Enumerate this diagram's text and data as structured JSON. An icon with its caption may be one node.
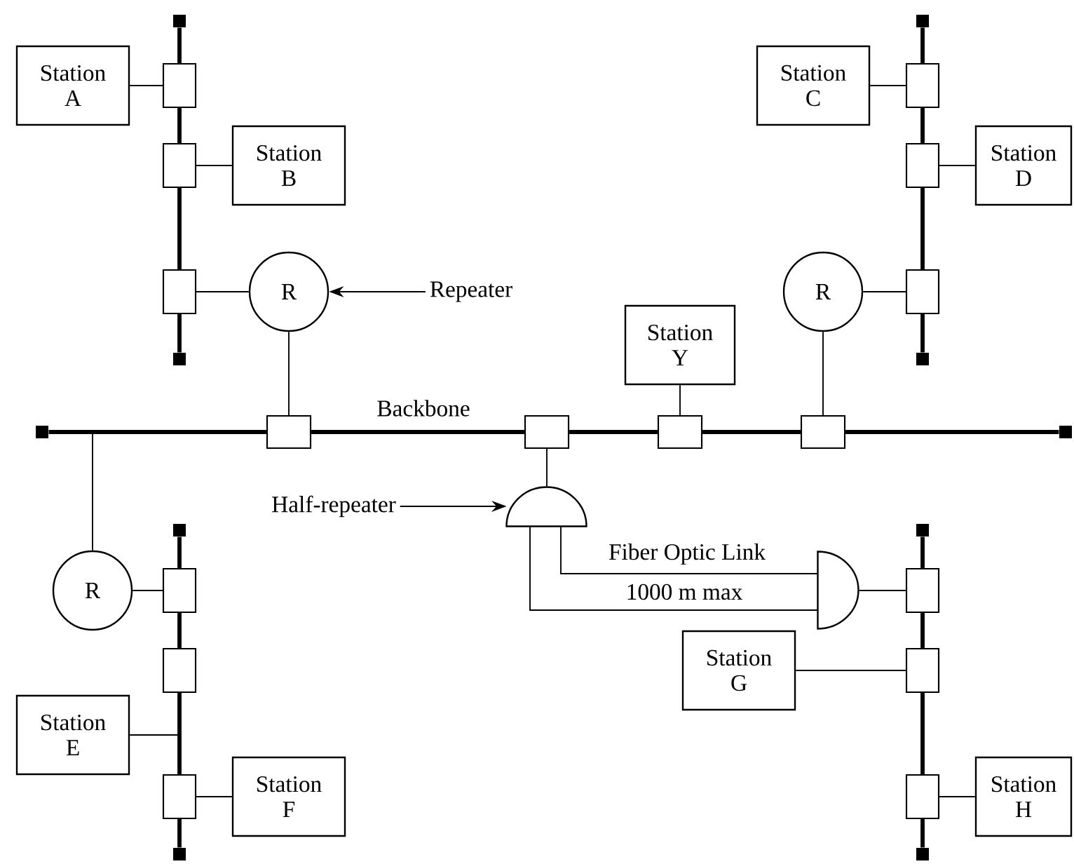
{
  "diagram": {
    "nodes": [
      {
        "text": [
          "Station A"
        ]
      },
      {
        "text": [
          "Station B"
        ]
      },
      {
        "text": [
          "Station C"
        ]
      },
      {
        "text": [
          "Station D"
        ]
      },
      {
        "text": [
          "R"
        ]
      },
      {
        "text": [
          "Repeater"
        ]
      },
      {
        "text": [
          "R"
        ]
      },
      {
        "text": [
          "Station Y"
        ]
      },
      {
        "text": [
          "Half-repeater"
        ]
      },
      {
        "text": [
          "R"
        ]
      },
      {
        "text": [
          "Station G"
        ]
      },
      {
        "text": [
          "Station E"
        ]
      },
      {
        "text": [
          "Station F"
        ]
      },
      {
        "text": [
          "Station H"
        ]
      },
      {
        "text": [],
        "shape": "semicircle"
      },
      {
        "text": [],
        "shape": "semicircle"
      },
      {
        "text": [],
        "shape": "box"
      },
      {
        "text": [],
        "shape": "box"
      },
      {
        "text": [],
        "shape": "box"
      },
      {
        "text": [],
        "shape": "box"
      },
      {
        "text": [],
        "shape": "box"
      },
      {
        "text": [],
        "shape": "box"
      },
      {
        "text": [],
        "shape": "box"
      },
      {
        "text": [],
        "shape": "box"
      },
      {
        "text": [],
        "shape": "box"
      },
      {
        "text": [],
        "shape": "box"
      },
      {
        "text": [],
        "shape": "box"
      },
      {
        "text": [],
        "shape": "box"
      },
      {
        "text": [],
        "shape": "box"
      },
      {
        "text": [],
        "shape": "box"
      },
      {
        "text": [],
        "shape": "box"
      },
      {
        "text": [],
        "shape": "box"
      },
      {
        "text": [],
        "shape": "square"
      },
      {
        "text": [],
        "shape": "square"
      },
      {
        "text": [],
        "shape": "square"
      },
      {
        "text": [],
        "shape": "square"
      },
      {
        "text": [],
        "shape": "square"
      },
      {
        "text": [],
        "shape": "square"
      },
      {
        "text": [],
        "shape": "square"
      },
      {
        "text": [],
        "shape": "square"
      },
      {
        "text": [],
        "shape": "square"
      },
      {
        "text": [],
        "shape": "square"
      }
    ],
    "edges": [
      {
        "from": 32,
        "to": 16,
        "arrow": "none",
        "style": "thick"
      },
      {
        "from": 16,
        "to": 18,
        "arrow": "none",
        "style": "thick"
      },
      {
        "from": 18,
        "to": 20,
        "arrow": "none",
        "style": "thick"
      },
      {
        "from": 20,
        "to": 34,
        "arrow": "none",
        "style": "thick"
      },
      {
        "from": 0,
        "to": 16,
        "arrow": "none"
      },
      {
        "from": 1,
        "to": 18,
        "arrow": "none"
      },
      {
        "from": 20,
        "to": 4,
        "arrow": "none"
      },
      {
        "from": 5,
        "to": 4,
        "arrow": "to"
      },
      {
        "from": 4,
        "to": 22,
        "arrow": "none"
      },
      {
        "from": 33,
        "to": 17,
        "arrow": "none",
        "style": "thick"
      },
      {
        "from": 17,
        "to": 19,
        "arrow": "none",
        "style": "thick"
      },
      {
        "from": 19,
        "to": 21,
        "arrow": "none",
        "style": "thick"
      },
      {
        "from": 21,
        "to": 35,
        "arrow": "none",
        "style": "thick"
      },
      {
        "from": 2,
        "to": 17,
        "arrow": "none"
      },
      {
        "from": 19,
        "to": 3,
        "arrow": "none"
      },
      {
        "from": 6,
        "to": 21,
        "arrow": "none"
      },
      {
        "from": 6,
        "to": 25,
        "arrow": "none"
      },
      {
        "from": 36,
        "to": 22,
        "arrow": "none",
        "style": "thick"
      },
      {
        "from": 22,
        "to": 23,
        "arrow": "none",
        "style": "thick"
      },
      {
        "from": 23,
        "to": 24,
        "arrow": "none",
        "style": "thick"
      },
      {
        "from": 24,
        "to": 25,
        "arrow": "none",
        "style": "thick"
      },
      {
        "from": 25,
        "to": 37,
        "arrow": "none",
        "style": "thick"
      },
      {
        "from": 7,
        "to": 24,
        "arrow": "none"
      },
      {
        "from": 9,
        "to": null,
        "arrow": "none"
      },
      {
        "from": 23,
        "to": 14,
        "arrow": "none"
      },
      {
        "from": 8,
        "to": 14,
        "arrow": "to"
      },
      {
        "from": 14,
        "to": 15,
        "arrow": "none",
        "label": "Fiber Optic Link"
      },
      {
        "from": 14,
        "to": 15,
        "arrow": "none",
        "label": "1000 m max"
      },
      {
        "from": 15,
        "to": 27,
        "arrow": "none"
      },
      {
        "from": 38,
        "to": 26,
        "arrow": "none",
        "style": "thick"
      },
      {
        "from": 26,
        "to": 28,
        "arrow": "none",
        "style": "thick"
      },
      {
        "from": 28,
        "to": 30,
        "arrow": "none",
        "style": "thick"
      },
      {
        "from": 30,
        "to": 40,
        "arrow": "none",
        "style": "thick"
      },
      {
        "from": 9,
        "to": 26,
        "arrow": "none"
      },
      {
        "from": 11,
        "to": null,
        "arrow": "none"
      },
      {
        "from": 30,
        "to": 12,
        "arrow": "none"
      },
      {
        "from": 39,
        "to": 27,
        "arrow": "none",
        "style": "thick"
      },
      {
        "from": 27,
        "to": 29,
        "arrow": "none",
        "style": "thick"
      },
      {
        "from": 29,
        "to": 31,
        "arrow": "none",
        "style": "thick"
      },
      {
        "from": 31,
        "to": 41,
        "arrow": "none",
        "style": "thick"
      },
      {
        "from": 10,
        "to": 29,
        "arrow": "none"
      },
      {
        "from": 31,
        "to": 13,
        "arrow": "none"
      }
    ],
    "labels": [
      "Backbone"
    ]
  }
}
